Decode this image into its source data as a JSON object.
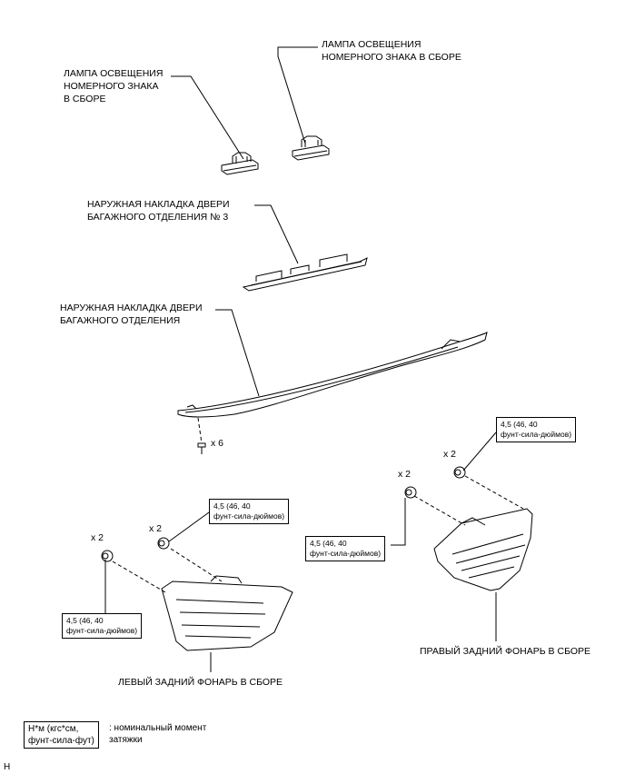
{
  "labels": {
    "lamp_left": "ЛАМПА ОСВЕЩЕНИЯ\nНОМЕРНОГО ЗНАКА\nВ СБОРЕ",
    "lamp_right": "ЛАМПА ОСВЕЩЕНИЯ\nНОМЕРНОГО ЗНАКА В СБОРЕ",
    "garnish_no3": "НАРУЖНАЯ НАКЛАДКА ДВЕРИ\nБАГАЖНОГО ОТДЕЛЕНИЯ № 3",
    "garnish": "НАРУЖНАЯ НАКЛАДКА ДВЕРИ\nБАГАЖНОГО ОТДЕЛЕНИЯ",
    "left_rear_lamp": "ЛЕВЫЙ ЗАДНИЙ ФОНАРЬ В СБОРЕ",
    "right_rear_lamp": "ПРАВЫЙ ЗАДНИЙ ФОНАРЬ В СБОРЕ"
  },
  "quantities": {
    "screws": "x 6",
    "nut_right_upper": "x 2",
    "nut_right_lower": "x 2",
    "nut_left_upper": "x 2",
    "nut_left_lower": "x 2"
  },
  "torque": {
    "value": "4,5 (46, 40\nфунт-сила-дюймов)"
  },
  "legend": {
    "units": "Н*м (кгс*см,\nфунт-сила-фут)",
    "description": ": номинальный момент\nзатяжки"
  },
  "footer_code": "H"
}
